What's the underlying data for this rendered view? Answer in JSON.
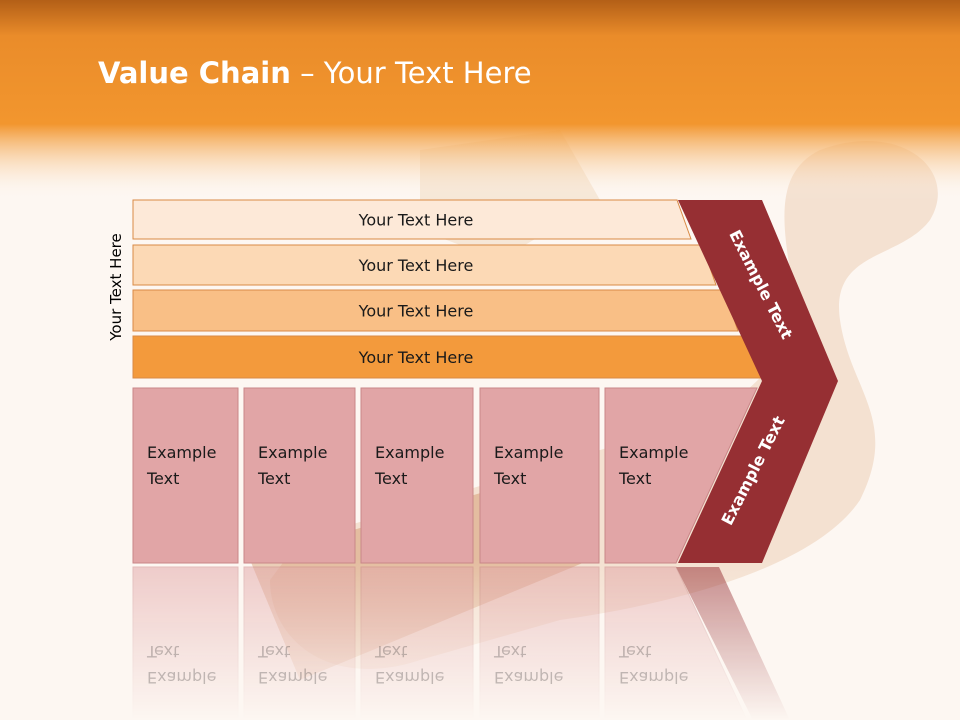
{
  "title": {
    "bold": "Value Chain",
    "rest": " – Your Text Here"
  },
  "side_label": "Your Text Here",
  "rows": [
    "Your Text Here",
    "Your Text Here",
    "Your Text Here",
    "Your Text Here"
  ],
  "boxes": [
    [
      "Example",
      "Text"
    ],
    [
      "Example",
      "Text"
    ],
    [
      "Example",
      "Text"
    ],
    [
      "Example",
      "Text"
    ],
    [
      "Example",
      "Text"
    ]
  ],
  "chevron": {
    "upper": "Example Text",
    "lower": "Example Text"
  },
  "colors": {
    "header": "#e8841f",
    "row_fills": [
      "#fde9d8",
      "#fcd9b5",
      "#f9bf86",
      "#f39a3c"
    ],
    "box_fill": "#e1a5a6",
    "chevron": "#962f33"
  }
}
